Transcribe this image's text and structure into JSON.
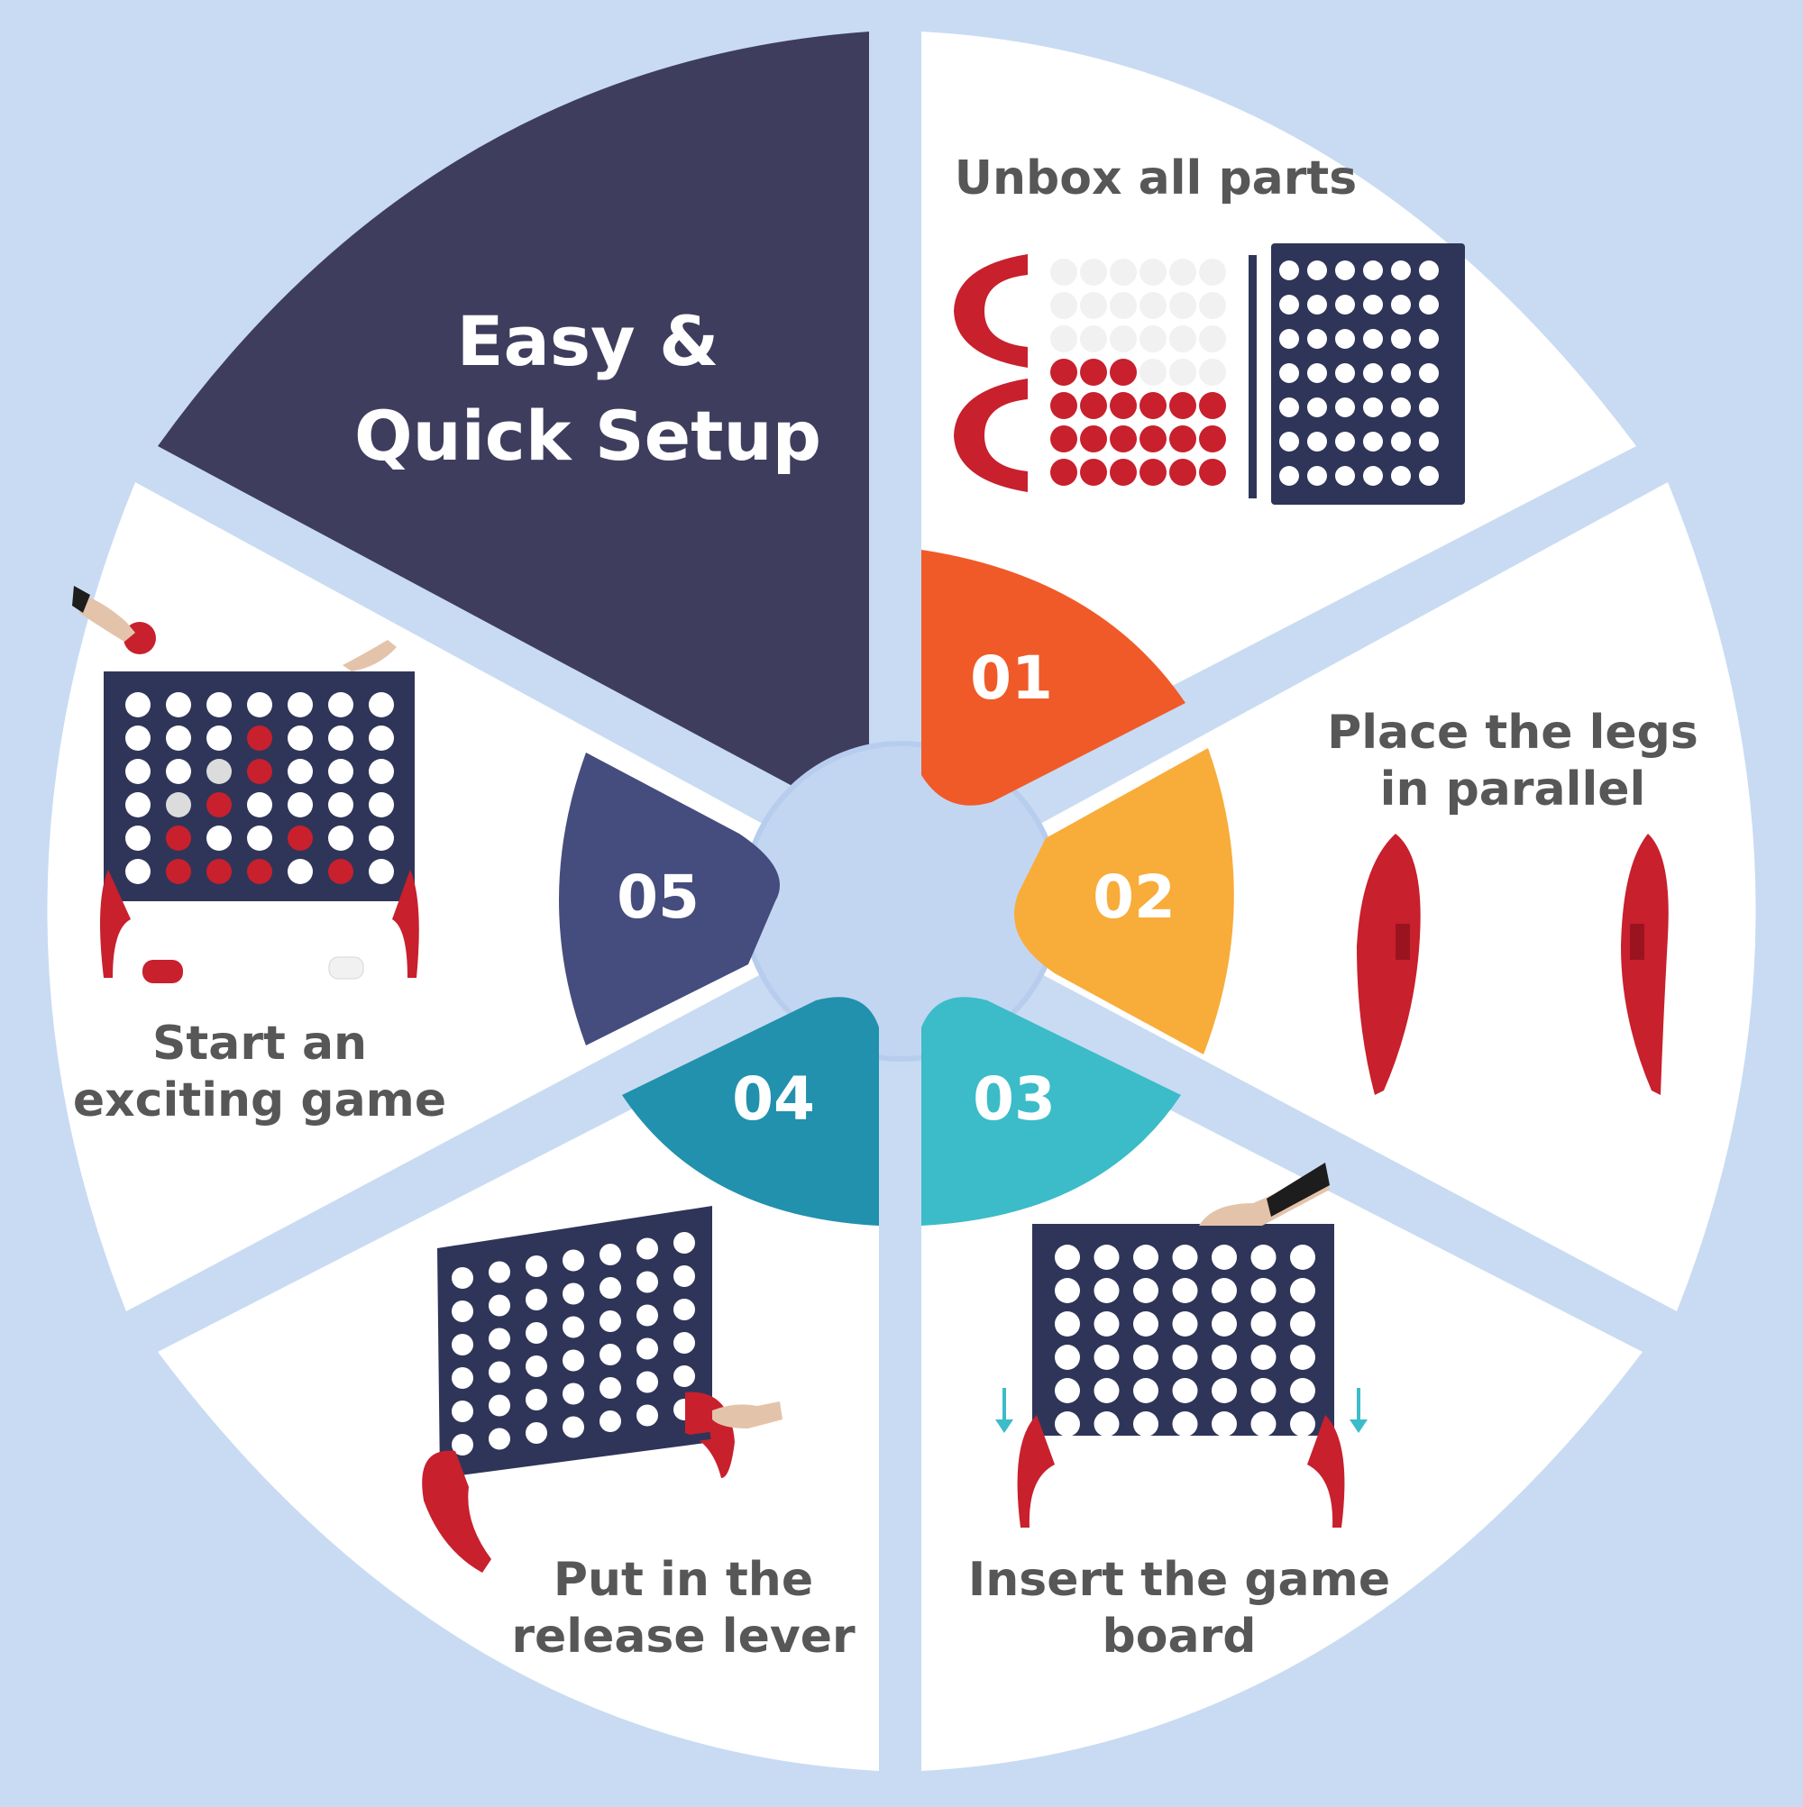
{
  "title": {
    "line1": "Easy &",
    "line2": "Quick Setup"
  },
  "steps": [
    {
      "number": "01",
      "label_lines": [
        "Unbox all parts"
      ],
      "color": "#f05a28"
    },
    {
      "number": "02",
      "label_lines": [
        "Place the legs",
        "in parallel"
      ],
      "color": "#f8ac3a"
    },
    {
      "number": "03",
      "label_lines": [
        "Insert the game",
        "board"
      ],
      "color": "#3bbcc8"
    },
    {
      "number": "04",
      "label_lines": [
        "Put in the",
        "release lever"
      ],
      "color": "#2191ad"
    },
    {
      "number": "05",
      "label_lines": [
        "Start an",
        "exciting game"
      ],
      "color": "#454c7e"
    }
  ],
  "colors": {
    "background": "#c8dbf3",
    "panel": "#ffffff",
    "title_panel": "#3f3d5e",
    "board": "#2f3559",
    "red_piece": "#c8202d",
    "white_piece": "#f1f1f1",
    "label_text": "#575757"
  },
  "icons": {
    "step1": "unboxed-parts-illustration",
    "step2": "parallel-legs-illustration",
    "step3": "insert-board-illustration",
    "step4": "release-lever-illustration",
    "step5": "game-in-progress-illustration"
  }
}
